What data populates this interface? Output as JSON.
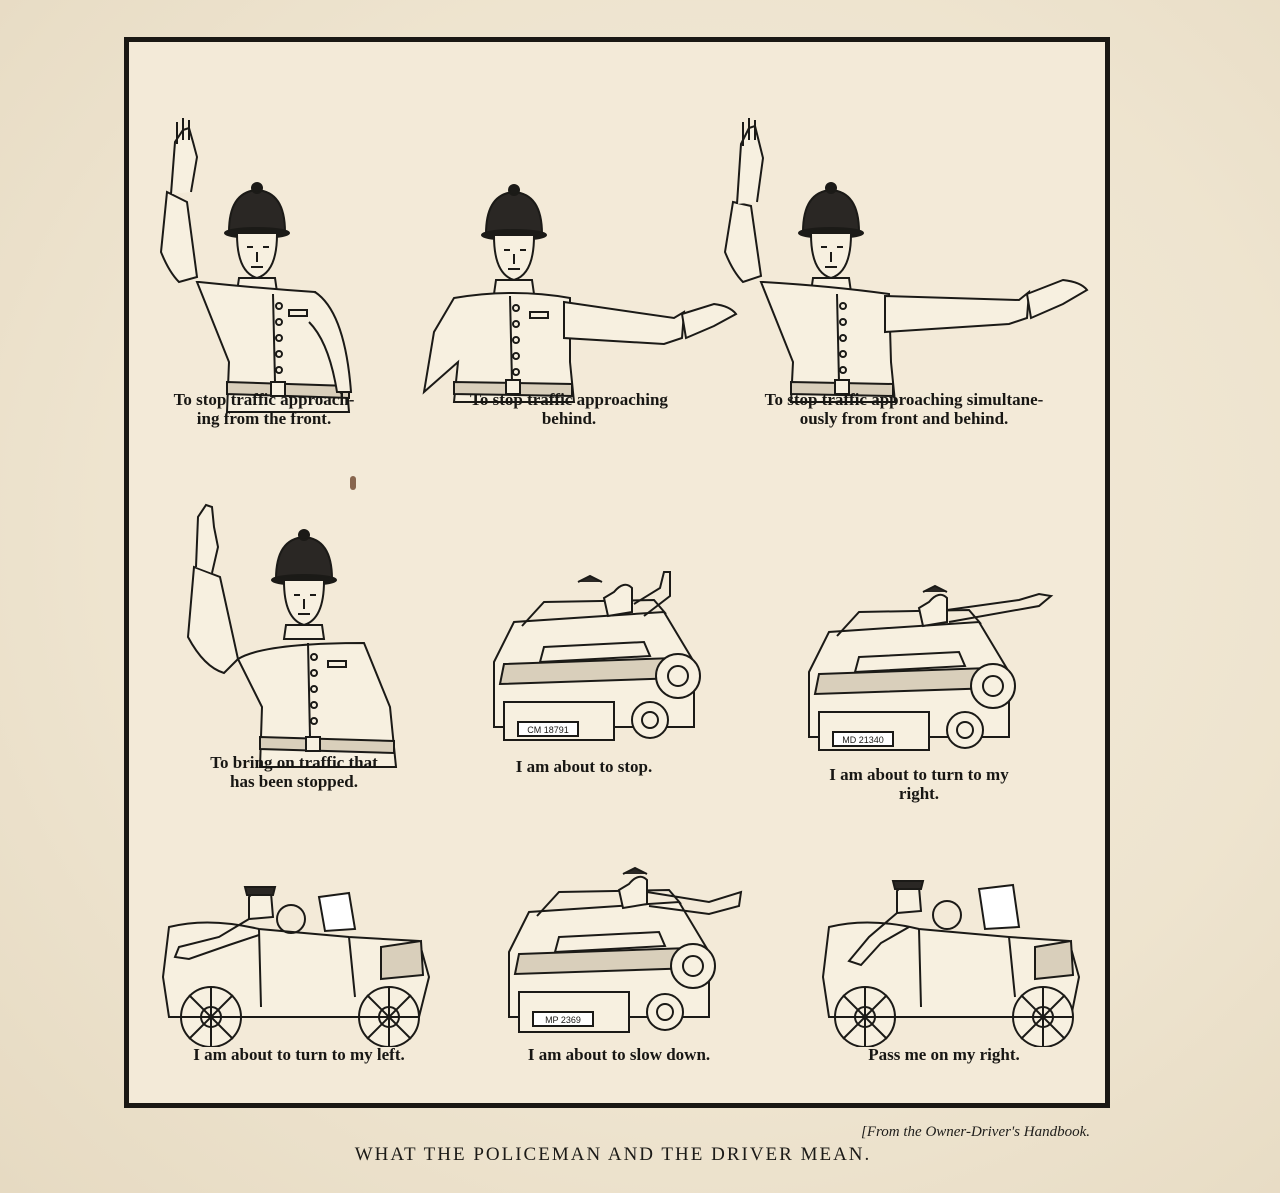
{
  "top_fragment": "",
  "panels": [
    {
      "id": "police-stop-front",
      "caption": "To stop traffic approach-\ning from the front."
    },
    {
      "id": "police-stop-behind",
      "caption": "To stop traffic approaching\nbehind."
    },
    {
      "id": "police-stop-both",
      "caption": "To stop traffic approaching simultane-\nously from front and behind."
    },
    {
      "id": "police-bring-on",
      "caption": "To bring on traffic that\nhas been stopped."
    },
    {
      "id": "driver-stop",
      "caption": "I am about to stop.",
      "plate": "CM 18791"
    },
    {
      "id": "driver-turn-right",
      "caption": "I am about to turn to my\nright.",
      "plate": "MD 21340"
    },
    {
      "id": "driver-turn-left",
      "caption": "I am about to turn to my left."
    },
    {
      "id": "driver-slow-down",
      "caption": "I am about to slow down.",
      "plate": "MP 2369"
    },
    {
      "id": "driver-pass-right",
      "caption": "Pass me on my right."
    }
  ],
  "source_note": "[From the Owner-Driver's Handbook.",
  "figure_title": "WHAT THE POLICEMAN AND THE DRIVER MEAN.",
  "colors": {
    "ink": "#1b1a17",
    "paper": "#f3ead8",
    "frame": "#1a1814"
  }
}
